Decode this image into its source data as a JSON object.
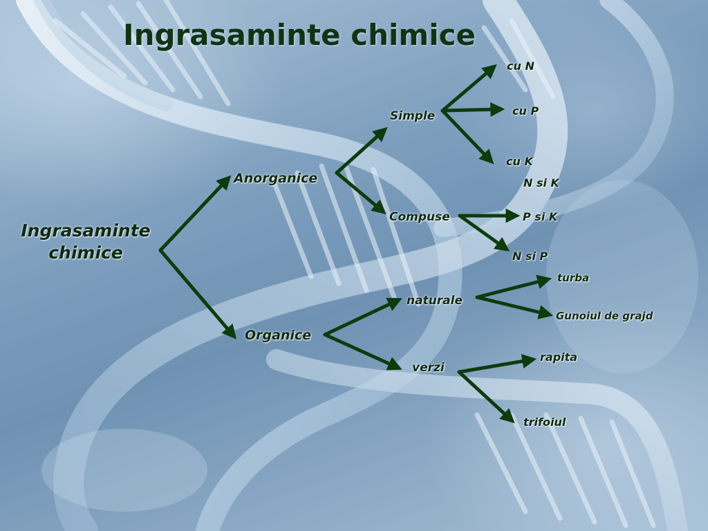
{
  "title": "Ingrasaminte chimice",
  "root": {
    "line1": "Ingrasaminte",
    "line2": "chimice"
  },
  "branches": {
    "anorganice": "Anorganice",
    "organice": "Organice"
  },
  "anorganice": {
    "simple": "Simple",
    "compuse": "Compuse",
    "simple_leaves": [
      "cu N",
      "cu P",
      "cu K"
    ],
    "compuse_leaves": [
      "N si K",
      "P si K",
      "N si P"
    ]
  },
  "organice": {
    "naturale": "naturale",
    "verzi": "verzi",
    "naturale_leaves": [
      "turba",
      "Gunoiul de grajd"
    ],
    "verzi_leaves": [
      "rapita",
      "trifoiul"
    ]
  },
  "colors": {
    "arrow": "#0d3b0d",
    "text": "#0f2a12",
    "background": "#7e9fbe"
  }
}
